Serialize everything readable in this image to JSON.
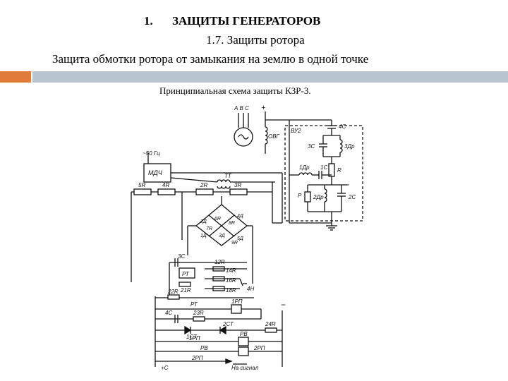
{
  "slide": {
    "heading_number": "1.",
    "heading": "ЗАЩИТЫ ГЕНЕРАТОРОВ",
    "subheading": "1.7. Защиты ротора",
    "topic": "Защита обмотки ротора от замыкания на землю в одной точке",
    "caption": "Принципиальная схема защиты КЗР-3."
  },
  "colors": {
    "accent": "#E07B39",
    "band": "#b8c4cf"
  },
  "schematic_labels": {
    "phases": "А В С",
    "plus_top": "+",
    "ovg": "ОВГ",
    "vu2": "ВУ2",
    "c4": "4С",
    "c3": "3С",
    "dr3": "3Др",
    "r": "R",
    "dr1": "1Др",
    "c1": "1С",
    "p": "Р",
    "dr2": "2Др",
    "c2": "2С",
    "freq": "~50 Гц",
    "mdch": "МДЧ",
    "tt": "ТТ",
    "r5": "5R",
    "r4": "4R",
    "r2": "2R",
    "r3": "3R",
    "bridge": [
      "2Д",
      "4Д",
      "1Д",
      "3Д",
      "5Д",
      "6R",
      "7R",
      "8R",
      "9R"
    ],
    "c3b": "3С",
    "rt": "РТ",
    "r12": "12R",
    "r14": "14R",
    "r21": "21R",
    "r16": "16R",
    "r18": "18R",
    "h4": "4Н",
    "r22": "22R",
    "rt2": "РТ",
    "rp1_coil": "1РП",
    "c4b": "4С",
    "r23": "23R",
    "minus": "−",
    "st1": "1СТ",
    "st2": "2СТ",
    "r24": "24R",
    "rp1": "1РП",
    "rv": "РВ",
    "rv2": "РВ",
    "rp2": "2РП",
    "plus_c": "+С",
    "rp2b": "2РП",
    "signal": "На сигнал"
  }
}
